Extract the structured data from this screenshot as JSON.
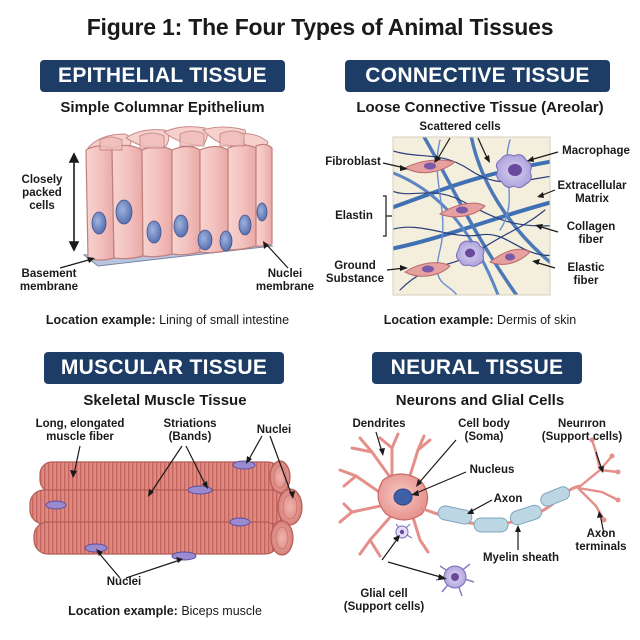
{
  "figure_title": "Figure 1: The Four Types of Animal Tissues",
  "epithelial": {
    "heading": "EPITHELIAL TISSUE",
    "subtitle": "Simple Columnar Epithelium",
    "labels": {
      "closely_packed": "Closely\npacked\ncells",
      "basement": "Basement\nmembrane",
      "nuclei": "Nuclei\nmembrane"
    },
    "location_prefix": "Location example:",
    "location_value": "Lining of small intestine"
  },
  "connective": {
    "heading": "CONNECTIVE TISSUE",
    "subtitle": "Loose Connective Tissue (Areolar)",
    "labels": {
      "scattered": "Scattered cells",
      "fibroblast": "Fibroblast",
      "macrophage": "Macrophage",
      "extracellular": "Extracellular\nMatrix",
      "elastin": "Elastin",
      "collagen": "Collagen\nfiber",
      "ground": "Ground\nSubstance",
      "elastic": "Elastic\nfiber"
    },
    "location_prefix": "Location example:",
    "location_value": "Dermis of skin"
  },
  "muscular": {
    "heading": "MUSCULAR TISSUE",
    "subtitle": "Skeletal Muscle Tissue",
    "labels": {
      "long_fiber": "Long, elongated\nmuscle fiber",
      "striations": "Striations\n(Bands)",
      "nuclei_top": "Nuclei",
      "nuclei_bottom": "Nuclei"
    },
    "location_prefix": "Location example:",
    "location_value": "Biceps muscle"
  },
  "neural": {
    "heading": "NEURAL TISSUE",
    "subtitle": "Neurons and Glial Cells",
    "labels": {
      "dendrites": "Dendrites",
      "cell_body": "Cell body\n(Soma)",
      "neuron_support": "Neurıron\n(Support cells)",
      "nucleus": "Nucleus",
      "axon": "Axon",
      "axon_terminals": "Axon\nterminals",
      "myelin": "Myelin sheath",
      "glial": "Glial cell\n(Support cells)"
    }
  },
  "colors": {
    "badge": "#1d3d66",
    "cell_fill": "#f2c3c0",
    "nucleus": "#6f86c0",
    "muscle": "#d9837c",
    "fiber_blue": "#4b79b8",
    "neuron": "#f0a8a4",
    "myelin": "#bcd6e4"
  },
  "icons": [
    "arrow-icon"
  ]
}
